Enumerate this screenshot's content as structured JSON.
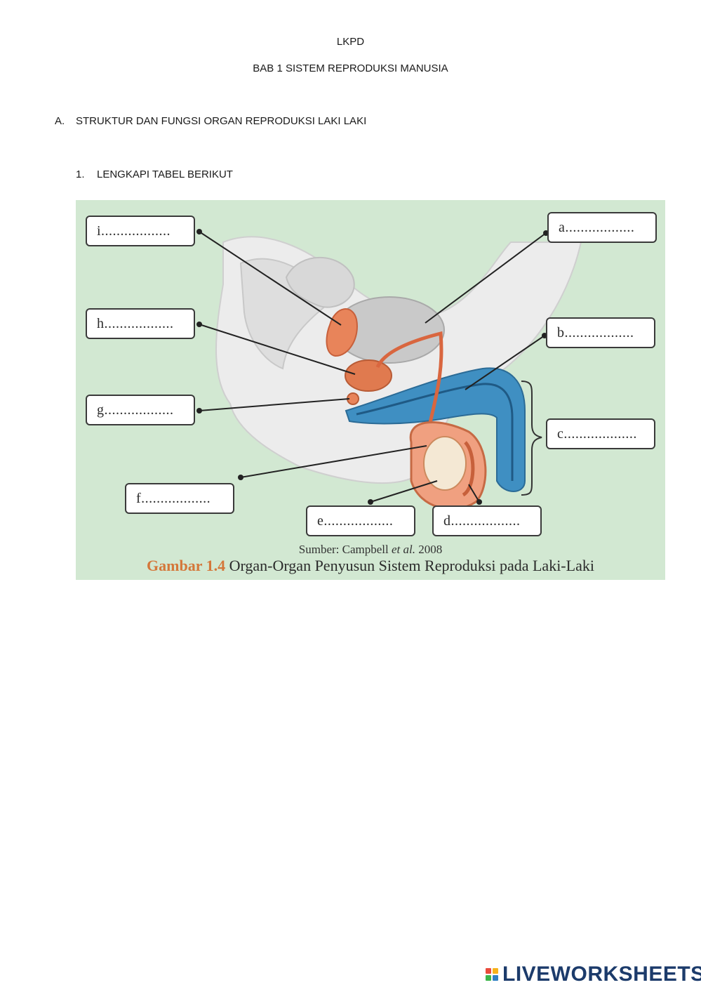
{
  "header": {
    "title": "LKPD",
    "subtitle": "BAB 1 SISTEM REPRODUKSI MANUSIA"
  },
  "section": {
    "marker": "A.",
    "title": "STRUKTUR DAN FUNGSI  ORGAN REPRODUKSI  LAKI LAKI"
  },
  "instruction": {
    "marker": "1.",
    "text": "LENGKAPI TABEL BERIKUT"
  },
  "figure": {
    "labels": {
      "a": "a..................",
      "b": "b..................",
      "c": "c...................",
      "d": "d..................",
      "e": "e..................",
      "f": "f..................",
      "g": "g..................",
      "h": "h..................",
      "i": "i.................."
    },
    "source_prefix": "Sumber: Campbell ",
    "source_italic": "et al.",
    "source_suffix": " 2008",
    "caption_number": "Gambar 1.4",
    "caption_text": " Organ-Organ Penyusun Sistem Reproduksi pada Laki-Laki",
    "colors": {
      "background": "#d2e8d2",
      "organ_orange": "#e8845a",
      "organ_blue": "#3f8fc2",
      "caption_accent": "#d4773a"
    }
  },
  "watermark": {
    "text": "LIVEWORKSHEETS",
    "icon": "liveworksheets-logo-icon",
    "icon_colors": [
      "#e94b3c",
      "#f6b21b",
      "#3bb54a",
      "#2f80c4"
    ]
  }
}
